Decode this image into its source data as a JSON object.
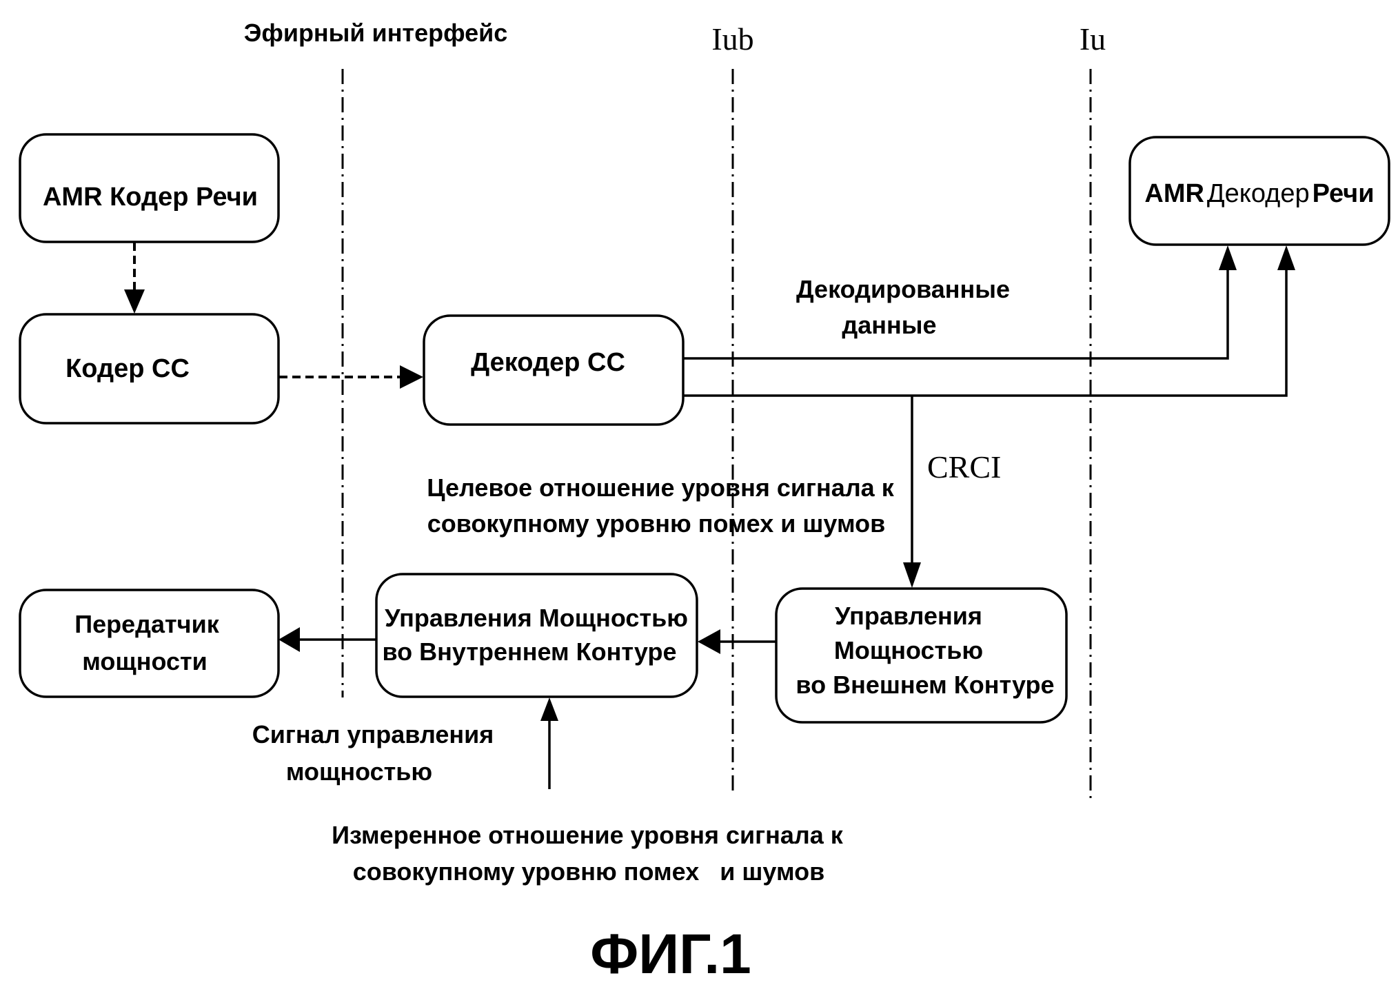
{
  "diagram": {
    "interfaces": {
      "air": "Эфирный интерфейс",
      "iub": "Iub",
      "iu": "Iu"
    },
    "blocks": {
      "amr_encoder": [
        "AMR Кодер Речи"
      ],
      "cc_encoder": [
        "Кодер CC"
      ],
      "cc_decoder": [
        "Декодер CC"
      ],
      "amr_decoder": {
        "part1": "AMR",
        "part2": "Декодер",
        "part3": "Речи"
      },
      "inner_loop": [
        "Управления Мощностью",
        "во Внутреннем Контуре"
      ],
      "outer_loop": [
        "Управления",
        "Мощностью",
        "во Внешнем Контуре"
      ],
      "transmitter": [
        "Передатчик",
        "мощности"
      ]
    },
    "labels": {
      "decoded_data": [
        "Декодированные",
        "данные"
      ],
      "crci": "CRCI",
      "target_sir": [
        "Целевое отношение уровня сигнала к",
        "совокупному уровню помех и шумов"
      ],
      "power_control_signal": [
        "Сигнал управления",
        "мощностью"
      ],
      "measured_sir": [
        "Измеренное отношение уровня сигнала к",
        "совокупному уровню помех   и шумов"
      ]
    },
    "caption": "ФИГ.1"
  }
}
